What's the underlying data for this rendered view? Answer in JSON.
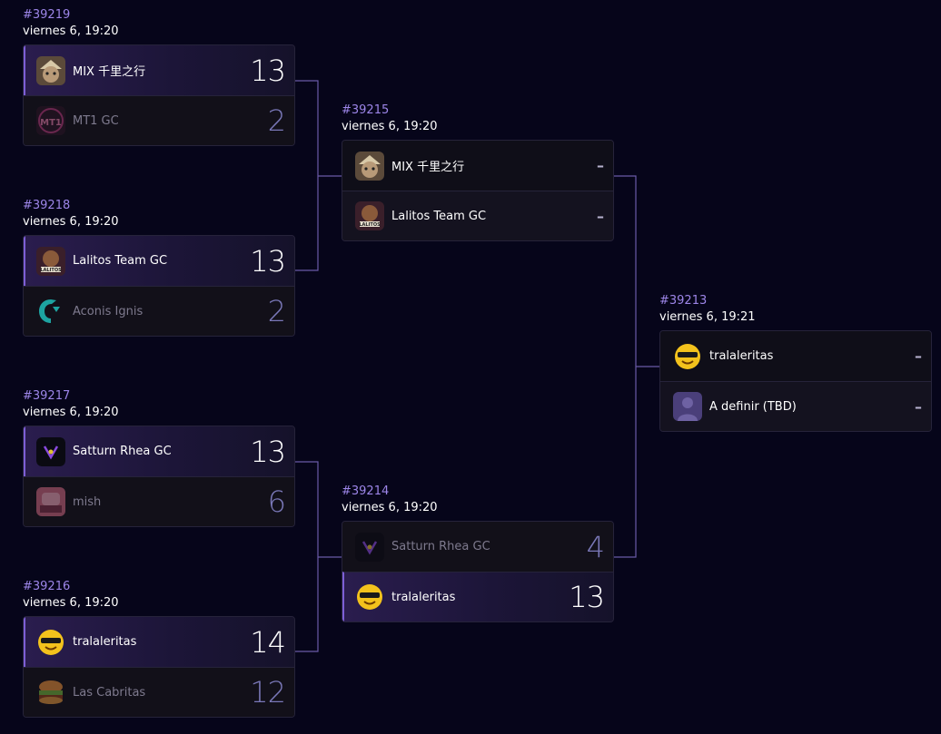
{
  "matches": [
    {
      "id": "#39219",
      "time": "viernes 6, 19:20",
      "teams": [
        {
          "name": "MIX 千里之行",
          "score": "13",
          "icon": "cat-avatar-icon",
          "status": "win"
        },
        {
          "name": "MT1 GC",
          "score": "2",
          "icon": "mt1-logo-icon",
          "status": "lose"
        }
      ]
    },
    {
      "id": "#39218",
      "time": "viernes 6, 19:20",
      "teams": [
        {
          "name": "Lalitos Team GC",
          "score": "13",
          "icon": "lalitos-logo-icon",
          "status": "win"
        },
        {
          "name": "Aconis Ignis",
          "score": "2",
          "icon": "aconis-logo-icon",
          "status": "lose"
        }
      ]
    },
    {
      "id": "#39217",
      "time": "viernes 6, 19:20",
      "teams": [
        {
          "name": "Satturn Rhea GC",
          "score": "13",
          "icon": "satturn-logo-icon",
          "status": "win"
        },
        {
          "name": "mish",
          "score": "6",
          "icon": "mish-avatar-icon",
          "status": "lose"
        }
      ]
    },
    {
      "id": "#39216",
      "time": "viernes 6, 19:20",
      "teams": [
        {
          "name": "tralaleritas",
          "score": "14",
          "icon": "tralaleritas-logo-icon",
          "status": "win"
        },
        {
          "name": "Las Cabritas",
          "score": "12",
          "icon": "cabritas-logo-icon",
          "status": "lose"
        }
      ]
    },
    {
      "id": "#39215",
      "time": "viernes 6, 19:20",
      "teams": [
        {
          "name": "MIX 千里之行",
          "score": "–",
          "icon": "cat-avatar-icon",
          "status": "pending"
        },
        {
          "name": "Lalitos Team GC",
          "score": "–",
          "icon": "lalitos-logo-icon",
          "status": "pending"
        }
      ]
    },
    {
      "id": "#39214",
      "time": "viernes 6, 19:20",
      "teams": [
        {
          "name": "Satturn Rhea GC",
          "score": "4",
          "icon": "satturn-logo-icon",
          "status": "lose"
        },
        {
          "name": "tralaleritas",
          "score": "13",
          "icon": "tralaleritas-logo-icon",
          "status": "win"
        }
      ]
    },
    {
      "id": "#39213",
      "time": "viernes 6, 19:21",
      "teams": [
        {
          "name": "tralaleritas",
          "score": "–",
          "icon": "tralaleritas-logo-icon",
          "status": "pending"
        },
        {
          "name": "A definir (TBD)",
          "score": "–",
          "icon": "tbd-avatar-icon",
          "status": "pending"
        }
      ]
    }
  ],
  "colors": {
    "accent": "#7d5fd6",
    "match_id": "#9d86e9",
    "connector": "#6a5aa8",
    "background": "#06051a"
  }
}
